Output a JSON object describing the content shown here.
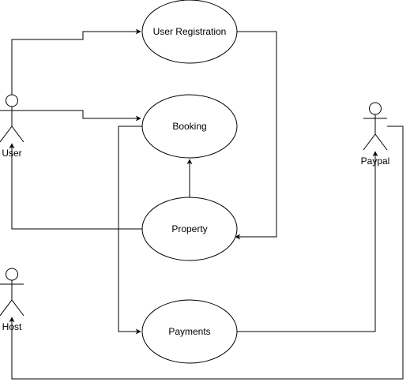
{
  "actors": {
    "user": "User",
    "host": "Host",
    "paypal": "Paypal"
  },
  "use_cases": {
    "registration": "User Registration",
    "booking": "Booking",
    "property": "Property",
    "payments": "Payments"
  }
}
